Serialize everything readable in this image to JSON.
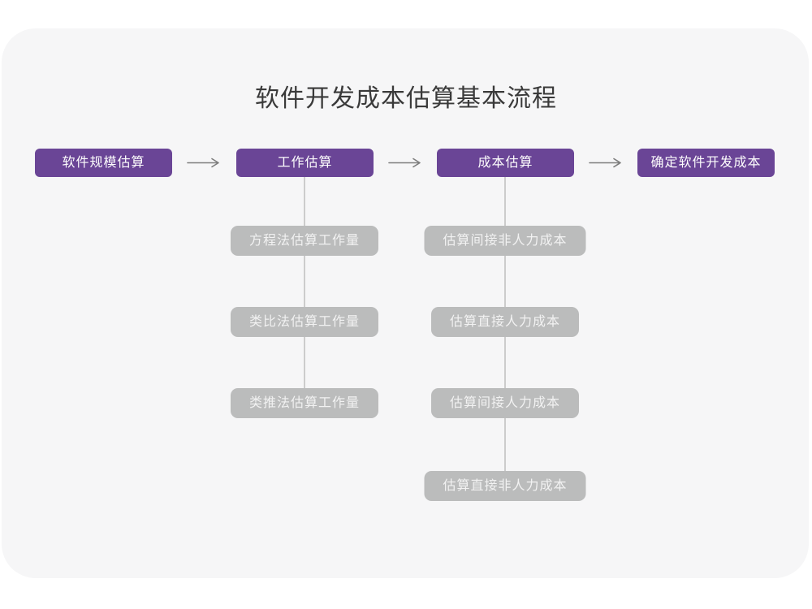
{
  "title": "软件开发成本估算基本流程",
  "colors": {
    "purple": "#6a4596",
    "gray_box": "#bbbcbc",
    "card_bg": "#f6f6f7",
    "line": "#cccccc",
    "arrow": "#7d7d7d",
    "title_color": "#3a3a3a"
  },
  "flow": {
    "main_steps": [
      {
        "label": "软件规模估算"
      },
      {
        "label": "工作估算"
      },
      {
        "label": "成本估算"
      },
      {
        "label": "确定软件开发成本"
      }
    ],
    "work_estimation_methods": [
      "方程法估算工作量",
      "类比法估算工作量",
      "类推法估算工作量"
    ],
    "cost_estimation_items": [
      "估算间接非人力成本",
      "估算直接人力成本",
      "估算间接人力成本",
      "估算直接非人力成本"
    ]
  }
}
